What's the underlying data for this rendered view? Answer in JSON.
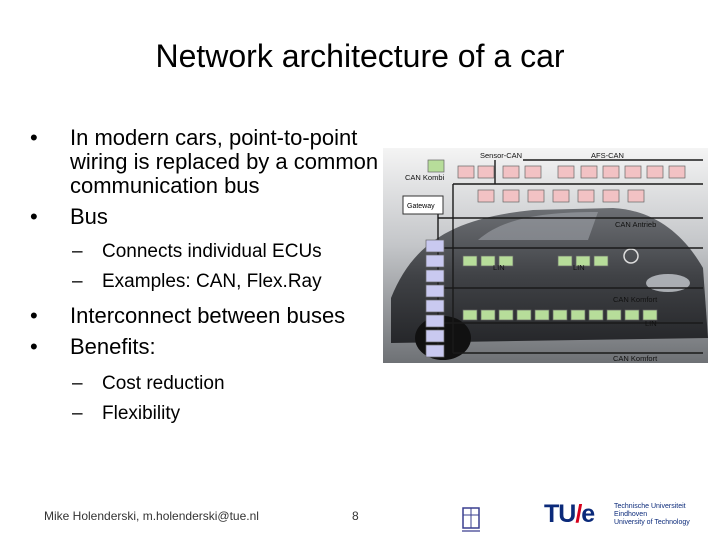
{
  "slide": {
    "title": "Network architecture of a car",
    "bullets": [
      {
        "text": "In modern cars, point-to-point wiring is replaced by a common communication bus",
        "level": 1
      },
      {
        "text": "Bus",
        "level": 1
      },
      {
        "text": "Connects individual ECUs",
        "level": 2
      },
      {
        "text": "Examples: CAN, Flex.Ray",
        "level": 2
      },
      {
        "text": "Interconnect between buses",
        "level": 1
      },
      {
        "text": "Benefits:",
        "level": 1
      },
      {
        "text": "Cost reduction",
        "level": 2
      },
      {
        "text": "Flexibility",
        "level": 2
      }
    ],
    "bullet_symbol": "•",
    "dash_symbol": "–"
  },
  "figure": {
    "labels": {
      "sensor_can": "Sensor-CAN",
      "afs_can": "AFS-CAN",
      "can_kombi": "CAN Kombi",
      "gateway": "Gateway",
      "can_antrieb": "CAN Antrieb",
      "lin_left": "LIN",
      "lin_mid": "LIN",
      "lin_right": "LIN",
      "can_komfort_1": "CAN Komfort",
      "can_komfort_2": "CAN Komfort"
    },
    "colors": {
      "ecu_green": "#b7dd9a",
      "ecu_pink": "#f2c2c4",
      "ecu_blue": "#c9c9f0",
      "line": "#222222"
    }
  },
  "footer": {
    "author": "Mike Holenderski, m.holenderski@tue.nl",
    "page": "8"
  },
  "logos": {
    "tue_mark_left": "TU",
    "tue_mark_slash": "/",
    "tue_mark_right": "e",
    "tue_line1": "Technische Universiteit",
    "tue_line2": "Eindhoven",
    "tue_line3": "University of Technology"
  }
}
